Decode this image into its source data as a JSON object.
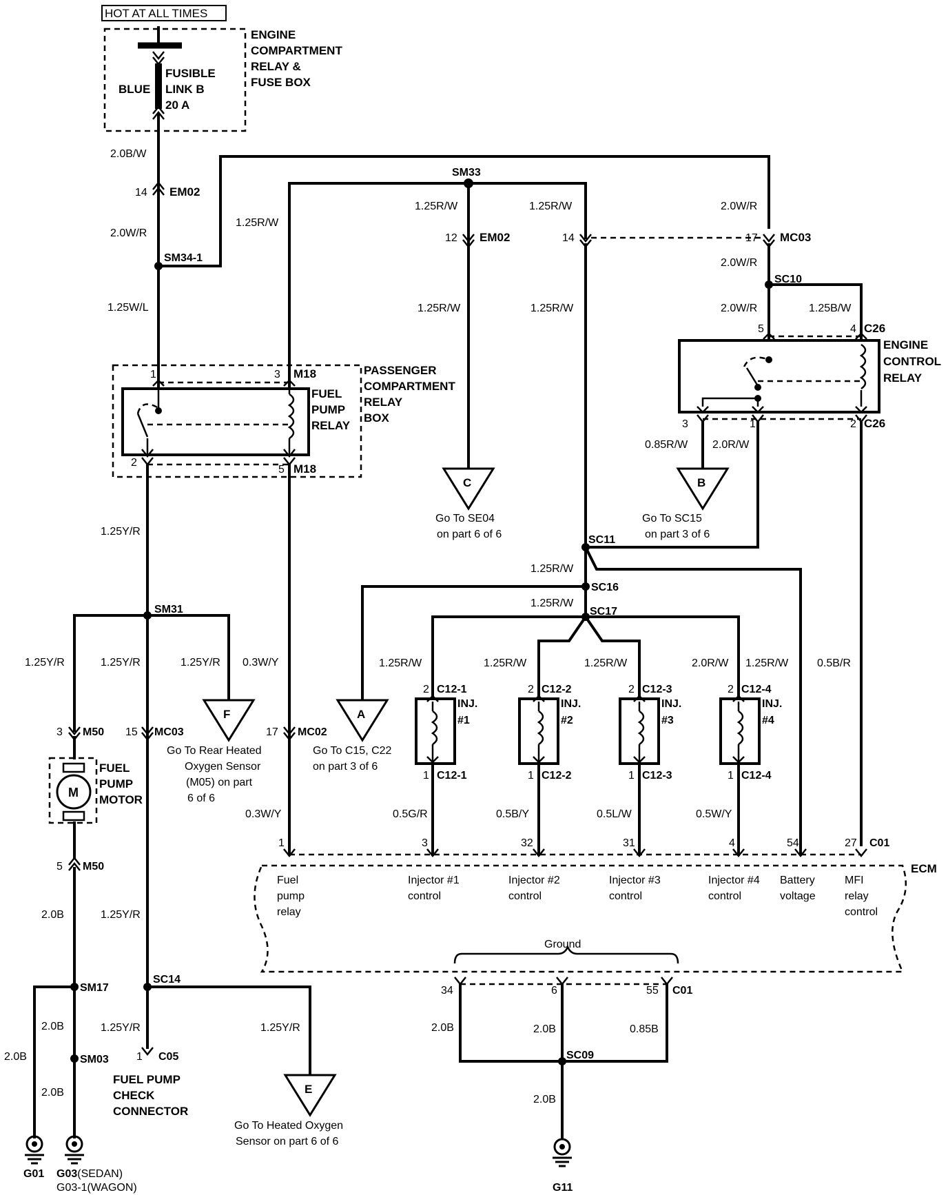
{
  "hot_label": "HOT AT ALL TIMES",
  "engine_box": [
    "ENGINE",
    "COMPARTMENT",
    "RELAY &",
    "FUSE BOX"
  ],
  "fusible": {
    "color": "BLUE",
    "lines": [
      "FUSIBLE",
      "LINK B",
      "20 A"
    ]
  },
  "passenger_box": [
    "PASSENGER",
    "COMPARTMENT",
    "RELAY",
    "BOX"
  ],
  "fuel_pump_relay": [
    "FUEL",
    "PUMP",
    "RELAY"
  ],
  "engine_control_relay": [
    "ENGINE",
    "CONTROL",
    "RELAY"
  ],
  "fuel_pump_motor": [
    "FUEL",
    "PUMP",
    "MOTOR"
  ],
  "motor_symbol": "M",
  "check_connector": [
    "FUEL PUMP",
    "CHECK",
    "CONNECTOR"
  ],
  "ecm": "ECM",
  "ground_label": "Ground",
  "wires": {
    "w_20bw": "2.0B/W",
    "w_20wr_a": "2.0W/R",
    "w_125wl": "1.25W/L",
    "w_125rw_left": "1.25R/W",
    "w_125rw_sm33": "1.25R/W",
    "w_125rw_14": "1.25R/W",
    "w_20wr_top": "2.0W/R",
    "w_20wr_mc03": "2.0W/R",
    "w_20wr_sc10": "2.0W/R",
    "w_125bw": "1.25B/W",
    "w_125rw_c": "1.25R/W",
    "w_125rw_mid": "1.25R/W",
    "w_085rw": "0.85R/W",
    "w_20rw": "2.0R/W",
    "w_125yr_a": "1.25Y/R",
    "w_125rw_sc11": "1.25R/W",
    "w_125rw_sc16": "1.25R/W",
    "w_125yr_b": "1.25Y/R",
    "w_125yr_c": "1.25Y/R",
    "w_125yr_d": "1.25Y/R",
    "w_03wy_a": "0.3W/Y",
    "w_inj1": "1.25R/W",
    "w_inj2": "1.25R/W",
    "w_inj3": "1.25R/W",
    "w_inj4": "2.0R/W",
    "w_batt": "1.25R/W",
    "w_05br": "0.5B/R",
    "w_03wy_b": "0.3W/Y",
    "w_05gr": "0.5G/R",
    "w_05by": "0.5B/Y",
    "w_05lw": "0.5L/W",
    "w_05wy": "0.5W/Y",
    "w_20b_a": "2.0B",
    "w_125yr_e": "1.25Y/R",
    "w_20b_b": "2.0B",
    "w_20b_c": "2.0B",
    "w_20b_d": "2.0B",
    "w_125yr_f": "1.25Y/R",
    "w_125yr_g": "1.25Y/R",
    "w_20b_e": "2.0B",
    "w_20b_f": "2.0B",
    "w_085b": "0.85B",
    "w_20b_g": "2.0B"
  },
  "connectors": {
    "em02_top": "EM02",
    "em02_pin": "14",
    "sm34": "SM34-1",
    "sm33": "SM33",
    "em02_mid": "EM02",
    "em02_mid_pin": "12",
    "pin14": "14",
    "mc03_top": "MC03",
    "mc03_top_pin": "17",
    "sc10": "SC10",
    "c26_top": "C26",
    "c26_pin5": "5",
    "c26_pin4": "4",
    "m18_top": "M18",
    "m18_pin1": "1",
    "m18_pin3": "3",
    "m18_bot": "M18",
    "m18_pin2": "2",
    "m18_pin5": "5",
    "c26_bot": "C26",
    "c26_pin3": "3",
    "c26_pin1": "1",
    "c26_pin2": "2",
    "sc11": "SC11",
    "sc16": "SC16",
    "sc17": "SC17",
    "sm31": "SM31",
    "m50_top": "M50",
    "m50_top_pin": "3",
    "mc03_bot": "MC03",
    "mc03_bot_pin": "15",
    "mc02": "MC02",
    "mc02_pin": "17",
    "c121_top": "C12-1",
    "c122_top": "C12-2",
    "c123_top": "C12-3",
    "c124_top": "C12-4",
    "c121_top_pin": "2",
    "c122_top_pin": "2",
    "c123_top_pin": "2",
    "c124_top_pin": "2",
    "c121_bot": "C12-1",
    "c122_bot": "C12-2",
    "c123_bot": "C12-3",
    "c124_bot": "C12-4",
    "c121_bot_pin": "1",
    "c122_bot_pin": "1",
    "c123_bot_pin": "1",
    "c124_bot_pin": "1",
    "m50_bot": "M50",
    "m50_bot_pin": "5",
    "ecm_pin1": "1",
    "ecm_pin3": "3",
    "ecm_pin32": "32",
    "ecm_pin31": "31",
    "ecm_pin4": "4",
    "ecm_pin54": "54",
    "ecm_pin27": "27",
    "c01_top": "C01",
    "sm17": "SM17",
    "sc14": "SC14",
    "sm03": "SM03",
    "c05": "C05",
    "c05_pin": "1",
    "ecm_pin34": "34",
    "ecm_pin6": "6",
    "ecm_pin55": "55",
    "c01_bot": "C01",
    "sc09": "SC09"
  },
  "injectors": [
    {
      "name": "INJ.",
      "num": "#1"
    },
    {
      "name": "INJ.",
      "num": "#2"
    },
    {
      "name": "INJ.",
      "num": "#3"
    },
    {
      "name": "INJ.",
      "num": "#4"
    }
  ],
  "ecm_terms": {
    "fuel_pump_relay": [
      "Fuel",
      "pump",
      "relay"
    ],
    "inj1": [
      "Injector #1",
      "control"
    ],
    "inj2": [
      "Injector #2",
      "control"
    ],
    "inj3": [
      "Injector #3",
      "control"
    ],
    "inj4": [
      "Injector #4",
      "control"
    ],
    "battery": [
      "Battery",
      "voltage"
    ],
    "mfi": [
      "MFI",
      "relay",
      "control"
    ]
  },
  "offpage": {
    "C": {
      "letter": "C",
      "text": [
        "Go To SE04",
        "on part 6 of 6"
      ]
    },
    "B": {
      "letter": "B",
      "text": [
        "Go To SC15",
        "on part 3 of 6"
      ]
    },
    "F": {
      "letter": "F",
      "text": [
        "Go To Rear Heated",
        "Oxygen Sensor",
        "(M05) on part",
        "6 of 6"
      ]
    },
    "A": {
      "letter": "A",
      "text": [
        "Go To C15, C22",
        "on part 3 of 6"
      ]
    },
    "E": {
      "letter": "E",
      "text": [
        "Go To Heated Oxygen",
        "Sensor on part 6 of 6"
      ]
    }
  },
  "grounds": {
    "g01": "G01",
    "g03": "G03",
    "g03_sedan": "(SEDAN)",
    "g03_1": "G03-1(WAGON)",
    "g11": "G11"
  }
}
